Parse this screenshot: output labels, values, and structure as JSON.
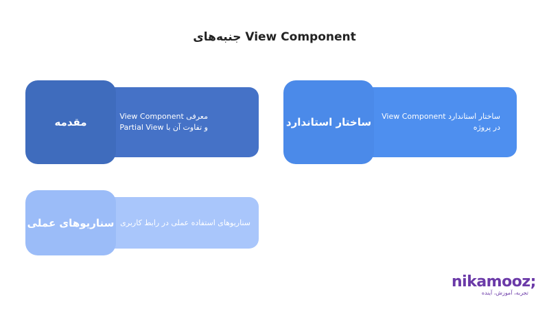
{
  "title": "جنبه‌های View Component",
  "cards": [
    {
      "label": "ساختار استاندارد",
      "description": "ساختار استاندارد View Component\nدر پروژه"
    },
    {
      "label": "مقدمه",
      "description": "معرفی View Component\nو تفاوت آن با Partial View"
    },
    {
      "label": "سناریوهای عملی",
      "description": "سناریوهای استفاده عملی در رابط کاربری"
    }
  ],
  "colors": {
    "structure": "#4e8fef",
    "intro": "#4572c7",
    "scenarios": "#a9c6fb",
    "brand": "#6b3aa8"
  },
  "logo": {
    "wordmark": "nikamooz;",
    "tagline": "تجربه، آموزش، آینده"
  }
}
